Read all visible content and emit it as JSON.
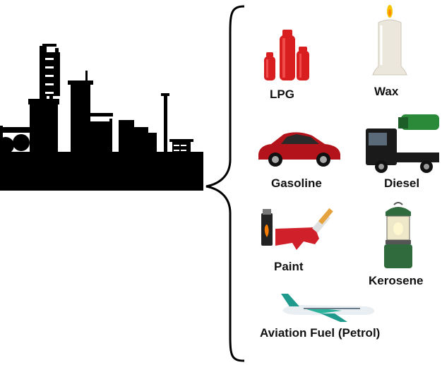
{
  "products": {
    "lpg": {
      "label": "LPG",
      "icon": "gas-cylinders-icon"
    },
    "wax": {
      "label": "Wax",
      "icon": "candle-icon"
    },
    "gasoline": {
      "label": "Gasoline",
      "icon": "car-icon"
    },
    "diesel": {
      "label": "Diesel",
      "icon": "truck-icon"
    },
    "paint": {
      "label": "Paint",
      "icon": "paintbrush-icon"
    },
    "kerosene": {
      "label": "Kerosene",
      "icon": "lantern-icon"
    },
    "aviation": {
      "label": "Aviation Fuel (Petrol)",
      "icon": "airplane-icon"
    }
  },
  "refinery": {
    "icon": "refinery-silhouette-icon"
  },
  "colors": {
    "lpg_red": "#d81e1e",
    "car_red": "#b3131a",
    "truck": "#1a1a1a",
    "lantern_green": "#2f6b3c",
    "paint_red": "#d0202a"
  }
}
